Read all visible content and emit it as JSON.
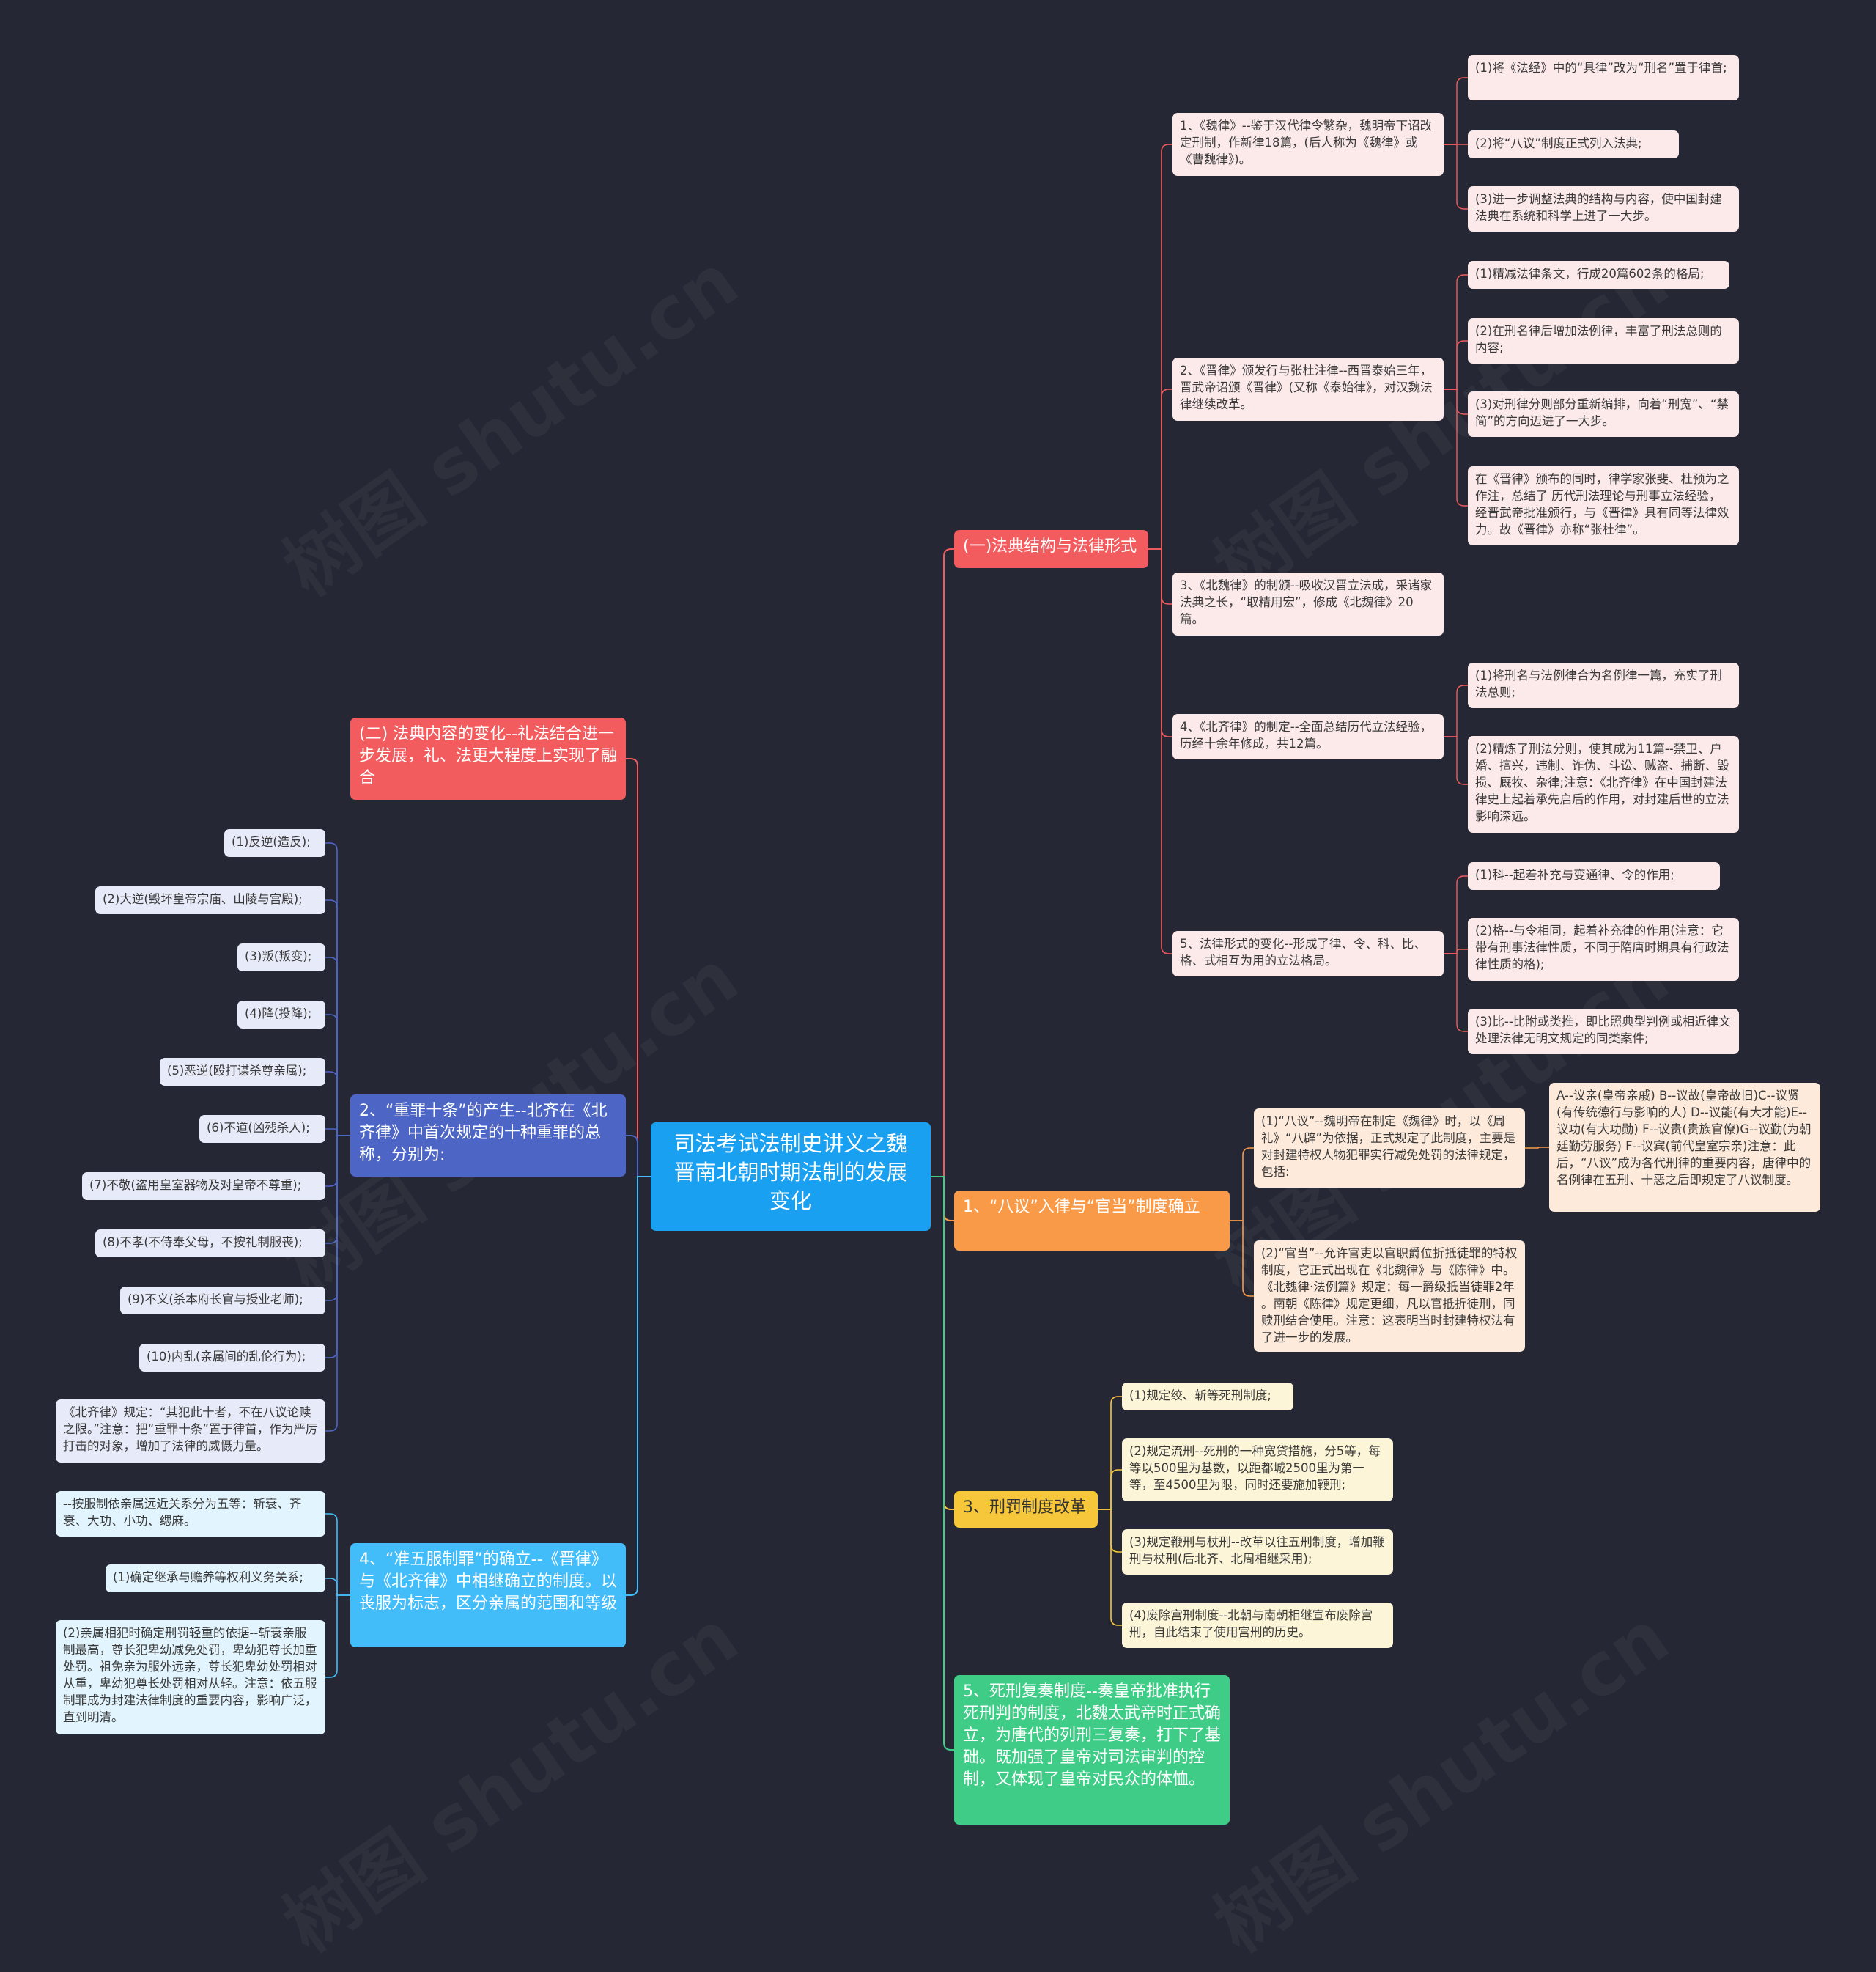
{
  "colors": {
    "background": "#252834",
    "root": "#1aa0f0",
    "branch_red": "#f25c5f",
    "branch_orange": "#f99a49",
    "branch_yellow": "#f6c63b",
    "branch_green": "#3fcc87",
    "branch_indigo": "#4d66c6",
    "branch_sky": "#42bdfa"
  },
  "watermark": "树图 shutu.cn",
  "root": {
    "text": "司法考试法制史讲义之魏晋南北朝时期法制的发展变化"
  },
  "right": {
    "b1": {
      "text": "(一)法典结构与法律形式",
      "items": [
        "1、《魏律》--鉴于汉代律令繁杂，魏明帝下诏改定刑制，作新律18篇，(后人称为《魏律》或《曹魏律》)。",
        "2、《晋律》颁发行与张杜注律--西晋泰始三年，晋武帝诏颁《晋律》(又称《泰始律》，对汉魏法律继续改革。",
        "3、《北魏律》的制颁--吸收汉晋立法成，采诸家法典之长，“取精用宏”，修成《北魏律》20篇。",
        "4、《北齐律》的制定--全面总结历代立法经验，历经十余年修成，共12篇。",
        "5、法律形式的变化--形成了律、令、科、比、格、式相互为用的立法格局。"
      ],
      "weilv": [
        "(1)将《法经》中的“具律”改为“刑名”置于律首;",
        "(2)将“八议”制度正式列入法典;",
        "(3)进一步调整法典的结构与内容，使中国封建法典在系统和科学上进了一大步。"
      ],
      "jinlv": [
        "(1)精减法律条文，行成20篇602条的格局;",
        "(2)在刑名律后增加法例律，丰富了刑法总则的内容;",
        "(3)对刑律分则部分重新编排，向着“刑宽”、“禁简”的方向迈进了一大步。",
        "在《晋律》颁布的同时，律学家张斐、杜预为之作注，总结了 历代刑法理论与刑事立法经验，经晋武帝批准颁行，与《晋律》具有同等法律效力。故《晋律》亦称“张杜律”。"
      ],
      "beiqi": [
        "(1)将刑名与法例律合为名例律一篇，充实了刑法总则;",
        "(2)精炼了刑法分则，使其成为11篇--禁卫、户婚、擅兴，违制、诈伪、斗讼、贼盗、捕断、毁损、厩牧、杂律;注意：《北齐律》在中国封建法律史上起着承先启后的作用，对封建后世的立法影响深远。"
      ],
      "forms": [
        "(1)科--起着补充与变通律、令的作用;",
        "(2)格--与令相同，起着补充律的作用(注意：它带有刑事法律性质，不同于隋唐时期具有行政法律性质的格);",
        "(3)比--比附或类推，即比照典型判例或相近律文处理法律无明文规定的同类案件;"
      ]
    },
    "b2": {
      "text": "1、“八议”入律与“官当”制度确立",
      "items": [
        "(1)“八议”--魏明帝在制定《魏律》时，以《周礼》“八辟”为依据，正式规定了此制度，主要是对封建特权人物犯罪实行减免处罚的法律规定，包括:",
        "(2)“官当”--允许官吏以官职爵位折抵徒罪的特权制度，它正式出现在《北魏律》与《陈律》中。《北魏律·法例篇》规定：每一爵级抵当徒罪2年 。南朝《陈律》规定更细，凡以官抵折徒刑，同赎刑结合使用。注意：这表明当时封建特权法有了进一步的发展。"
      ],
      "bayi": "A--议亲(皇帝亲戚) B--议故(皇帝故旧)C--议贤(有传统德行与影响的人) D--议能(有大才能)E--议功(有大功勋) F--议贵(贵族官僚)G--议勤(为朝廷勤劳服务) F--议宾(前代皇室宗亲)注意：此后，“八议”成为各代刑律的重要内容，唐律中的名例律在五刑、十恶之后即规定了八议制度。"
    },
    "b3": {
      "text": "3、刑罚制度改革",
      "items": [
        "(1)规定绞、斩等死刑制度;",
        "(2)规定流刑--死刑的一种宽贷措施，分5等，每等以500里为基数，以距都城2500里为第一等，至4500里为限，同时还要施加鞭刑;",
        "(3)规定鞭刑与杖刑--改革以往五刑制度，增加鞭刑与杖刑(后北齐、北周相继采用);",
        "(4)废除宫刑制度--北朝与南朝相继宣布废除宫刑，自此结束了使用宫刑的历史。"
      ]
    },
    "b4": {
      "text": "5、死刑复奏制度--奏皇帝批准执行死刑判的制度，北魏太武帝时正式确立，为唐代的列刑三复奏，打下了基础。既加强了皇帝对司法审判的控制，又体现了皇帝对民众的体恤。"
    }
  },
  "left": {
    "b5": {
      "text": "(二) 法典内容的变化--礼法结合进一步发展，礼、法更大程度上实现了融合"
    },
    "b6": {
      "text": "2、“重罪十条”的产生--北齐在《北齐律》中首次规定的十种重罪的总称，分别为:",
      "items": [
        "(1)反逆(造反);",
        "(2)大逆(毁坏皇帝宗庙、山陵与宫殿);",
        "(3)叛(叛变);",
        "(4)降(投降);",
        "(5)恶逆(殴打谋杀尊亲属);",
        "(6)不道(凶残杀人);",
        "(7)不敬(盗用皇室器物及对皇帝不尊重);",
        "(8)不孝(不侍奉父母，不按礼制服丧);",
        "(9)不义(杀本府长官与授业老师);",
        "(10)内乱(亲属间的乱伦行为);",
        "《北齐律》规定：“其犯此十者，不在八议论赎之限。”注意：把“重罪十条”置于律首，作为严厉打击的对象，增加了法律的威慑力量。"
      ]
    },
    "b7": {
      "text": "4、“准五服制罪”的确立--《晋律》与《北齐律》中相继确立的制度。以丧服为标志，区分亲属的范围和等级",
      "items": [
        "--按服制依亲属远近关系分为五等：斩衰、齐衰、大功、小功、缌麻。",
        "(1)确定继承与赡养等权利义务关系;",
        "(2)亲属相犯时确定刑罚轻重的依据--斩衰亲服制最高，尊长犯卑幼减免处罚，卑幼犯尊长加重处罚。祖免亲为服外远亲，尊长犯卑幼处罚相对从重，卑幼犯尊长处罚相对从轻。注意：依五服制罪成为封建法律制度的重要内容，影响广泛，直到明清。"
      ]
    }
  }
}
